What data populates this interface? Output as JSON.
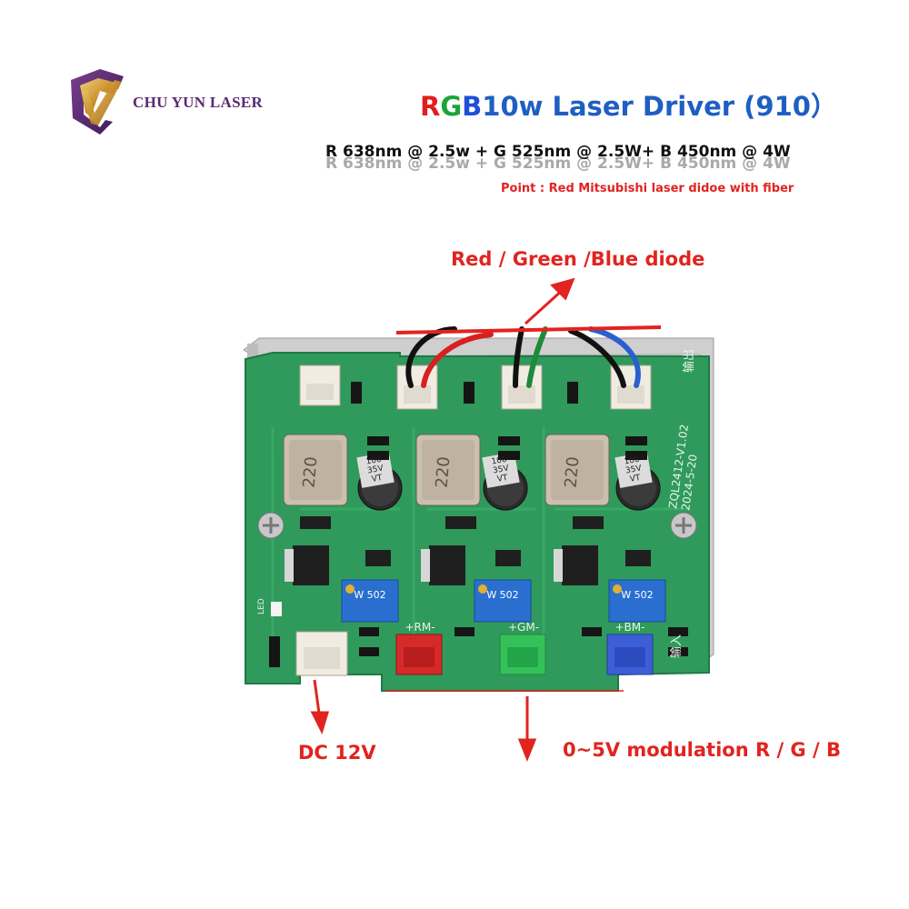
{
  "brand": {
    "name": "CHU YUN LASER",
    "logo_icon": "chu-yun-laser-shield-logo"
  },
  "title": {
    "r": "R",
    "g": "G",
    "b": "B",
    "rest": "10w Laser Driver (910）"
  },
  "spec_line": "R 638nm  @ 2.5w + G 525nm @ 2.5W+ B 450nm @ 4W",
  "point_note": "Point : Red Mitsubishi laser didoe with fiber",
  "annotations": {
    "diode": "Red / Green /Blue diode",
    "dc": "DC 12V",
    "modulation": "0~5V modulation R / G / B"
  },
  "board": {
    "inductor_label": "220",
    "capacitor_label": "100\n35V\nVT",
    "pot_label": "W 502",
    "version_label": "ZQL2412-V1.02",
    "date_label": "2024-5-20",
    "connector_labels": [
      "+RM-",
      "+GM-",
      "+BM-"
    ],
    "output_label": "输出",
    "input_label": "输入",
    "led_label": "LED"
  },
  "colors": {
    "pcb": "#2f9a5b",
    "red": "#e2231f",
    "green": "#1aa53a",
    "blue": "#1f4fd6",
    "title_blue": "#1f5fc2"
  }
}
